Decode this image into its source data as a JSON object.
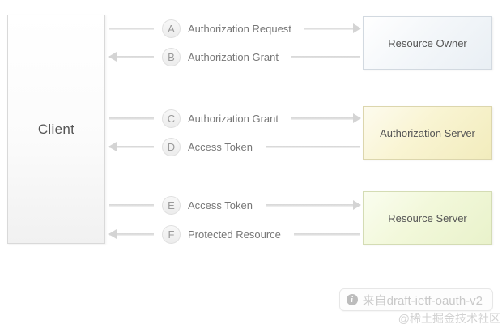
{
  "diagram": {
    "title_hint": "OAuth 2.0 abstract protocol flow",
    "client_box": {
      "label": "Client"
    },
    "entities": [
      {
        "id": "resource-owner",
        "label": "Resource Owner",
        "theme": "blue"
      },
      {
        "id": "authorization-server",
        "label": "Authorization Server",
        "theme": "yellow"
      },
      {
        "id": "resource-server",
        "label": "Resource Server",
        "theme": "green"
      }
    ],
    "flows": [
      {
        "step": "A",
        "label": "Authorization Request",
        "direction": "right",
        "from": "client",
        "to": "resource-owner"
      },
      {
        "step": "B",
        "label": "Authorization Grant",
        "direction": "left",
        "from": "resource-owner",
        "to": "client"
      },
      {
        "step": "C",
        "label": "Authorization Grant",
        "direction": "right",
        "from": "client",
        "to": "authorization-server"
      },
      {
        "step": "D",
        "label": "Access Token",
        "direction": "left",
        "from": "authorization-server",
        "to": "client"
      },
      {
        "step": "E",
        "label": "Access Token",
        "direction": "right",
        "from": "client",
        "to": "resource-server"
      },
      {
        "step": "F",
        "label": "Protected Resource",
        "direction": "left",
        "from": "resource-server",
        "to": "client"
      }
    ]
  },
  "watermark": {
    "icon": "info-icon",
    "badge_text": "来自draft-ietf-oauth-v2",
    "credit_text": "@稀土掘金技术社区"
  },
  "colors": {
    "arrow_gray": "#d7d7d7",
    "text_gray": "#777777",
    "box_border": "#d9d9d9",
    "resource_owner_fill": "#e9eff4",
    "authorization_server_fill": "#f2ecbd",
    "resource_server_fill": "#e9f2cb",
    "watermark_text": "#c9c9c9"
  }
}
